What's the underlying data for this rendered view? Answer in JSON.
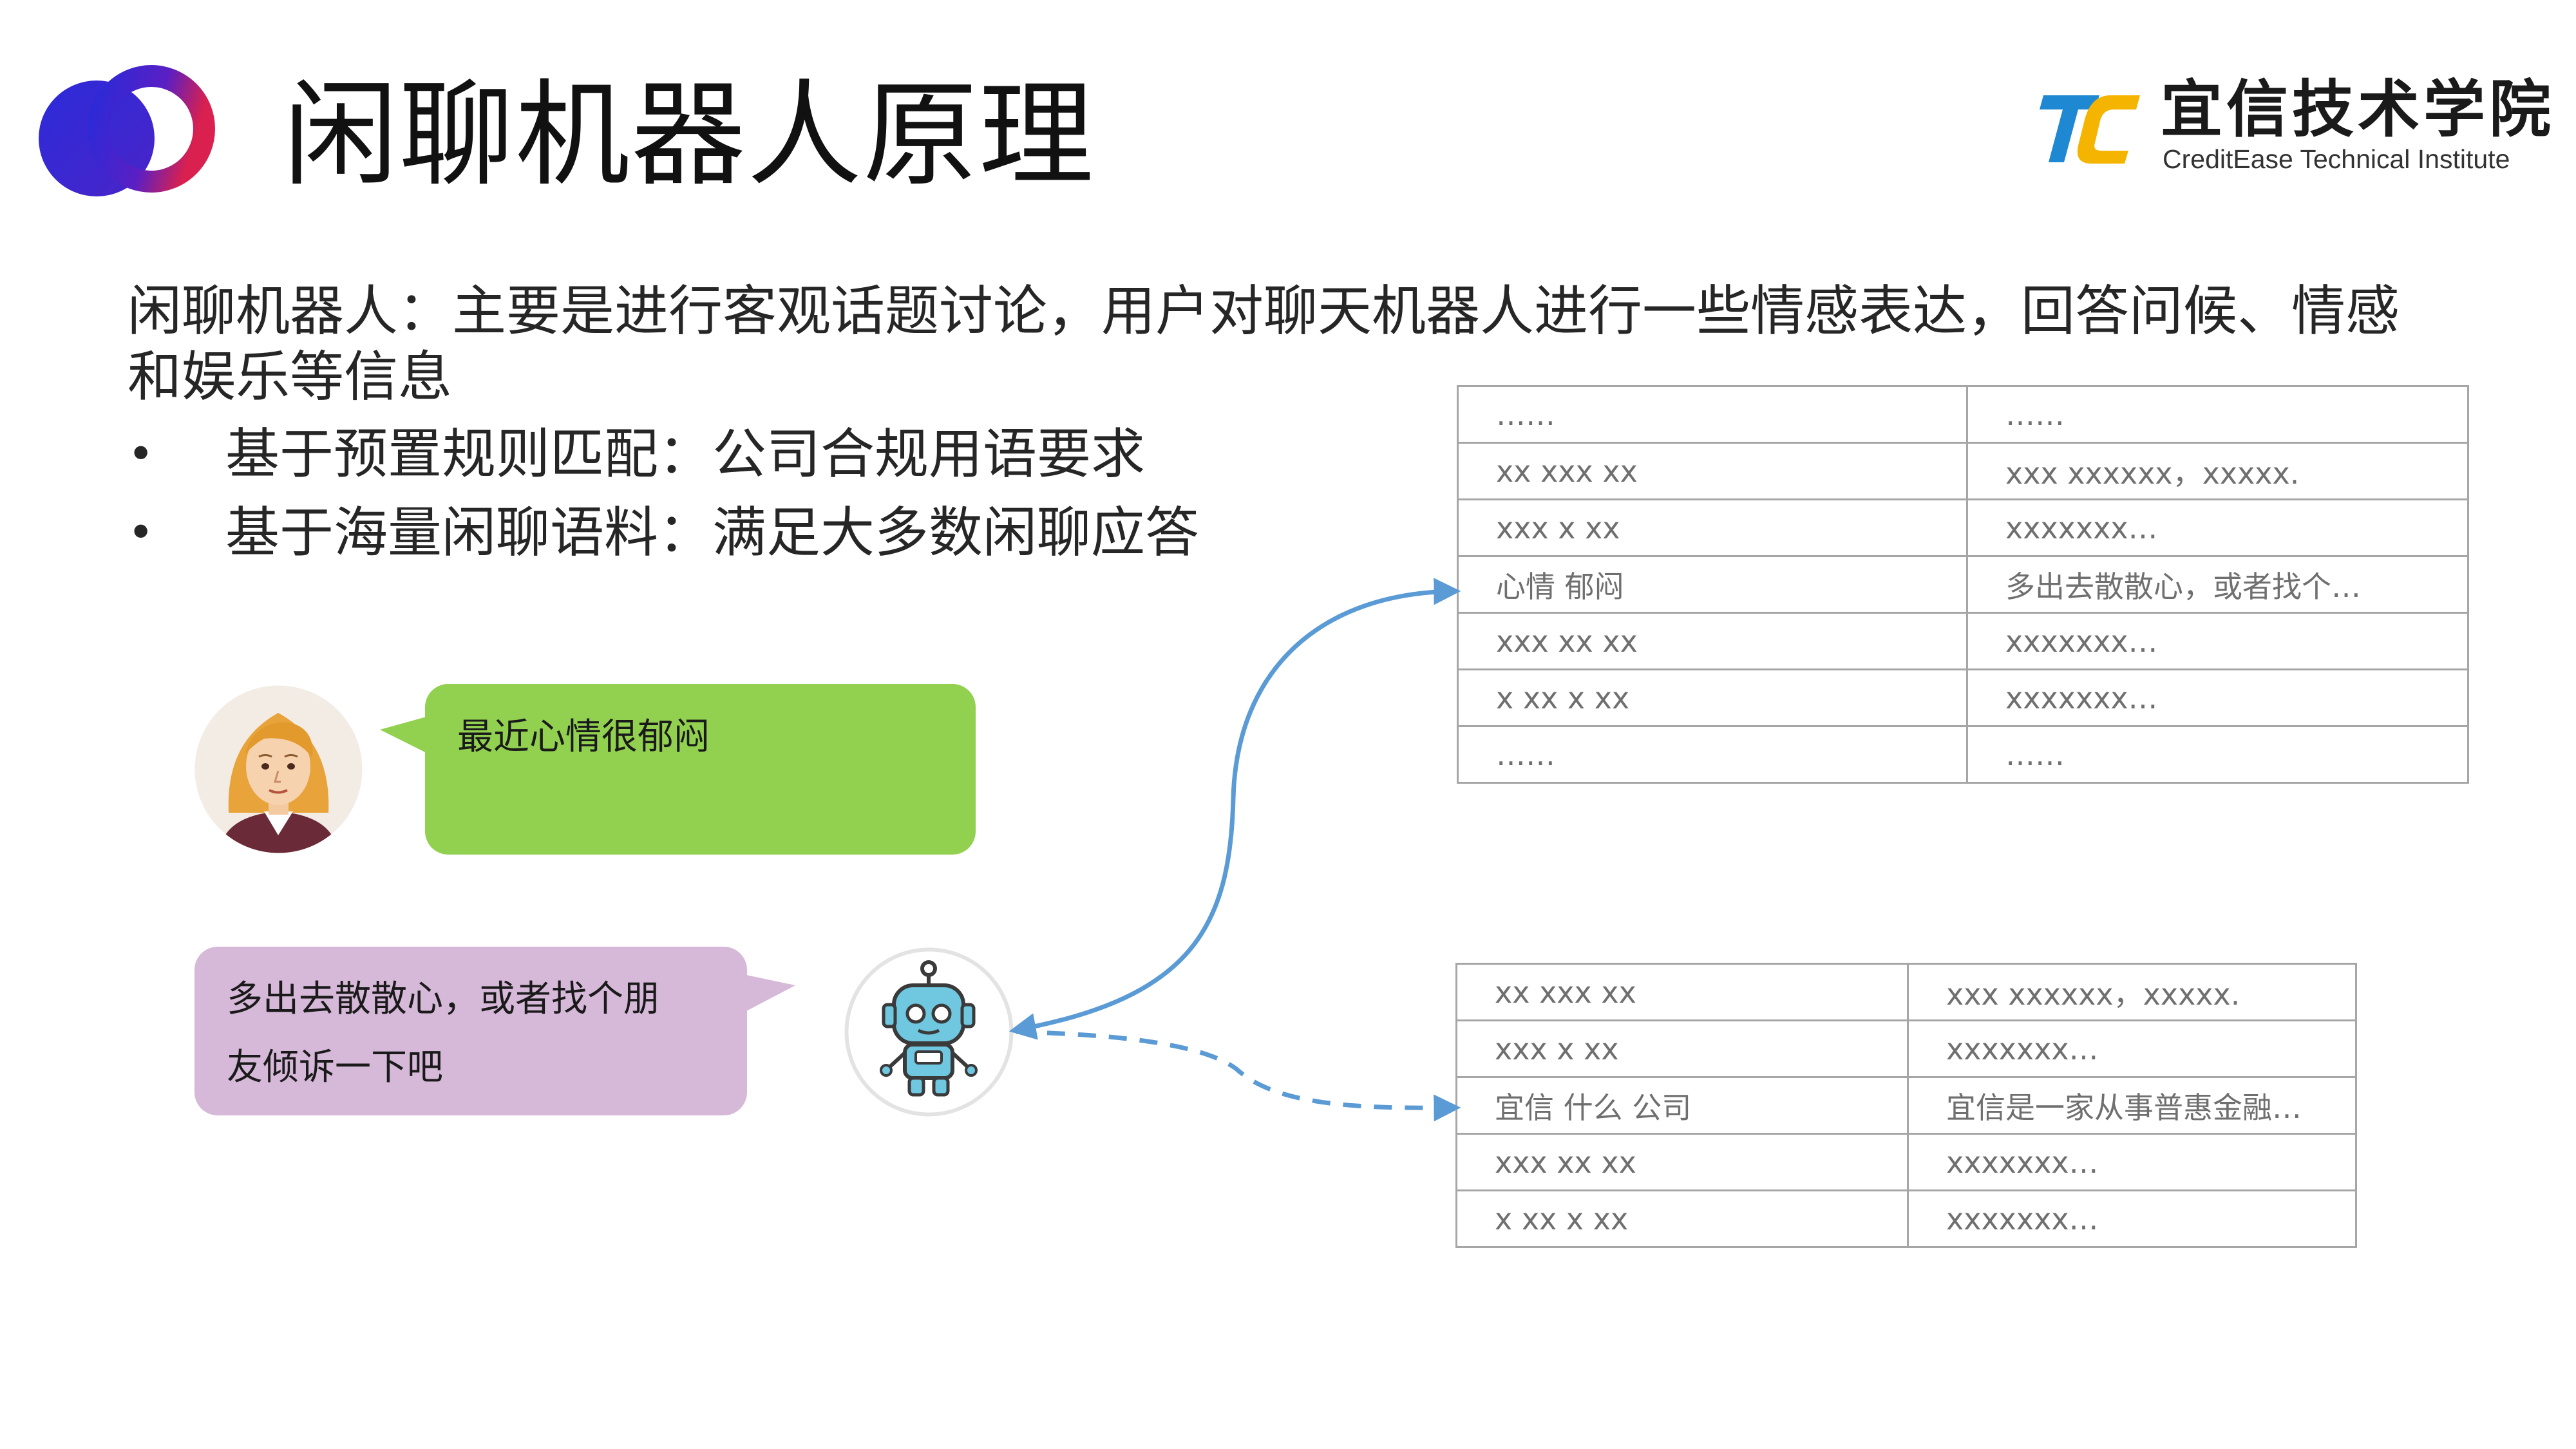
{
  "header": {
    "title": "闲聊机器人原理",
    "brand_name": "宜信技术学院",
    "brand_subtitle": "CreditEase Technical Institute"
  },
  "intro": {
    "line1": "闲聊机器人：主要是进行客观话题讨论，用户对聊天机器人进行一些情感表达，回答问候、情感",
    "line2": "和娱乐等信息",
    "bullets": [
      {
        "dot": "•",
        "text": "基于预置规则匹配：公司合规用语要求"
      },
      {
        "dot": "•",
        "text": "基于海量闲聊语料：满足大多数闲聊应答"
      }
    ]
  },
  "chat": {
    "user_message": "最近心情很郁闷",
    "robot_reply_line1": "多出去散散心，或者找个朋",
    "robot_reply_line2": "友倾诉一下吧"
  },
  "corpus_table": {
    "rows": [
      {
        "query": "……",
        "answer": "……"
      },
      {
        "query": "xx xxx xx",
        "answer": "xxx xxxxxx，xxxxx."
      },
      {
        "query": "xxx x xx",
        "answer": "xxxxxxx…"
      },
      {
        "query": "心情  郁闷",
        "answer": "多出去散散心，或者找个…"
      },
      {
        "query": "xxx xx xx",
        "answer": "xxxxxxx…"
      },
      {
        "query": "x xx x xx",
        "answer": "xxxxxxx…"
      },
      {
        "query": "……",
        "answer": "……"
      }
    ]
  },
  "rule_table": {
    "rows": [
      {
        "query": "xx xxx xx",
        "answer": "xxx xxxxxx，xxxxx."
      },
      {
        "query": "xxx x xx",
        "answer": "xxxxxxx…"
      },
      {
        "query": "宜信  什么  公司",
        "answer": "宜信是一家从事普惠金融…"
      },
      {
        "query": "xxx xx xx",
        "answer": "xxxxxxx…"
      },
      {
        "query": "x xx x xx",
        "answer": "xxxxxxx…"
      }
    ]
  },
  "colors": {
    "arrow": "#5b9bd5",
    "user_bubble": "#92d050",
    "robot_bubble": "#d6b8d8",
    "table_border": "#a6a6a6",
    "brand_blue": "#1e88d2",
    "brand_yellow": "#f4b400"
  },
  "icons": {
    "logo": "rings-logo-icon",
    "brand": "tc-brand-icon",
    "user": "woman-avatar-icon",
    "robot": "robot-avatar-icon"
  }
}
